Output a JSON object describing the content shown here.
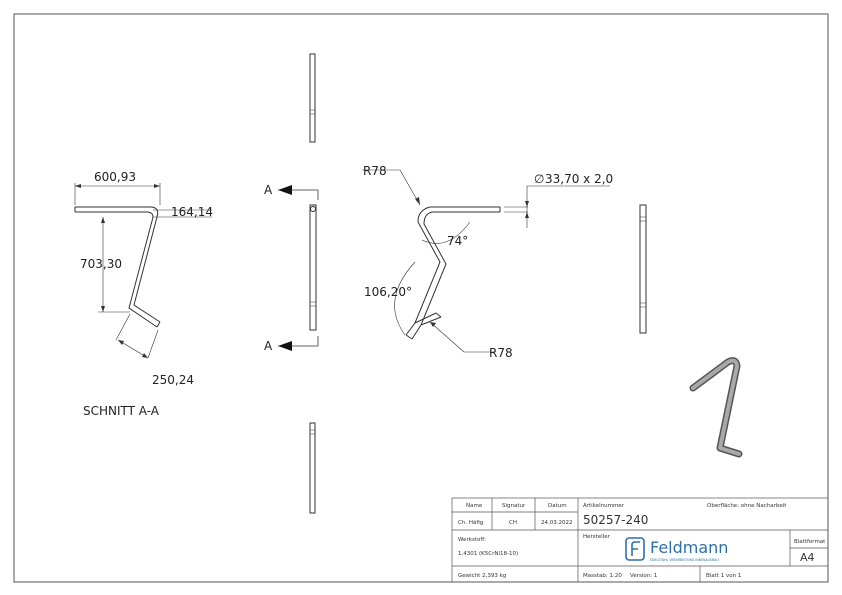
{
  "dimensions": {
    "width_top": "600,93",
    "height": "703,30",
    "offset_top": "164,14",
    "leg_bottom": "250,24",
    "radius_top": "R78",
    "radius_bottom": "R78",
    "angle_top": "74°",
    "angle_bottom": "106,20°",
    "tube": "33,70 x 2,0",
    "diameter_symbol": "∅"
  },
  "section": {
    "marker": "A",
    "caption": "SCHNITT A-A"
  },
  "title_block": {
    "col_name": "Name",
    "col_signature": "Signatur",
    "col_date": "Datum",
    "name": "Ch. Häfig",
    "signature": "CH",
    "date": "24.03.2022",
    "material_label": "Werkstoff:",
    "material": "1.4301 (K5CrNi18-10)",
    "weight": "Gewicht 2,393 kg",
    "article_label": "Artikelnummer",
    "article_number": "50257-240",
    "surface": "Oberfläche: ohne Nacharbeit",
    "manufacturer_label": "Hersteller",
    "brand_name": "Feldmann",
    "brand_tagline": "EDELSTAHL VERARBEITUNG INNENAUSBAU",
    "sheet_format_label": "Blattformat",
    "sheet_format": "A4",
    "scale": "Masstab: 1:20",
    "version": "Version: 1",
    "sheet": "Blatt 1 von 1"
  },
  "colors": {
    "line": "#333333",
    "brand": "#2e6fa8"
  }
}
